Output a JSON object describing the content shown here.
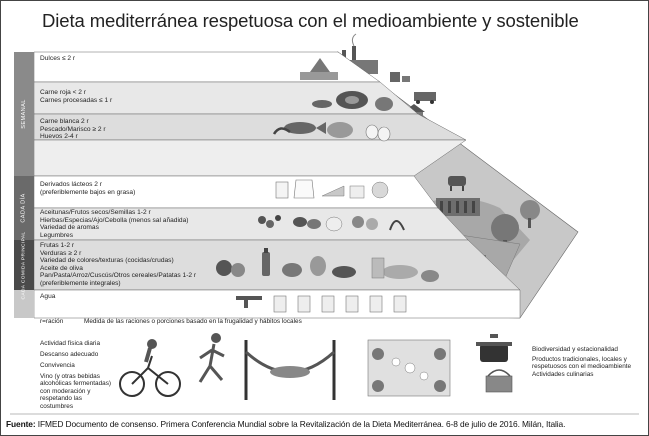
{
  "title": "Dieta mediterránea respetuosa con el medioambiente y sostenible",
  "side_labels": {
    "semanal": "SEMANAL",
    "cada_dia": "CADA DÍA",
    "cada_comida": "CADA COMIDA PRINCIPAL"
  },
  "tiers": {
    "dulces": [
      "Dulces ≤ 2 r"
    ],
    "carnes": [
      "Carne roja < 2 r",
      "Carnes procesadas ≤ 1 r"
    ],
    "pescado": [
      "Carne blanca 2 r",
      "Pescado/Marisco ≥ 2 r",
      "Huevos 2-4 r"
    ],
    "lacteos": [
      "Derivados lácteos 2 r",
      "(preferiblemente bajos en grasa)"
    ],
    "aceitunas": [
      "Aceitunas/Frutos secos/Semillas 1-2 r",
      "Hierbas/Especias/Ajo/Cebolla (menos sal añadida)",
      "Variedad de aromas",
      "Legumbres"
    ],
    "frutas": [
      "Frutas 1-2 r",
      "Verduras ≥ 2 r",
      "Variedad de colores/texturas (cocidas/crudas)",
      "Aceite de oliva",
      "Pan/Pasta/Arroz/Cuscús/Otros cereales/Patatas 1-2 r",
      "(preferiblemente integrales)"
    ],
    "agua": [
      "Agua"
    ]
  },
  "legend": {
    "racion": "r=ración",
    "medida": "Medida de las raciones o porciones basado en la frugalidad y hábitos locales"
  },
  "lifestyle": [
    "Actividad física diaria",
    "Descanso adecuado",
    "Convivencia",
    "Vino (y otras bebidas alcohólicas fermentadas) con moderación y respetando las costumbres"
  ],
  "sustainability": [
    "Biodiversidad y estacionalidad",
    "Productos tradicionales, locales y respetuosos con el medioambiente",
    "Actividades culinarias"
  ],
  "source": {
    "label": "Fuente:",
    "text": " IFMED Documento de consenso. Primera Conferencia Mundial sobre la Revitalización de la Dieta Mediterránea. 6-8 de julio de 2016. Milán, Italia."
  }
}
